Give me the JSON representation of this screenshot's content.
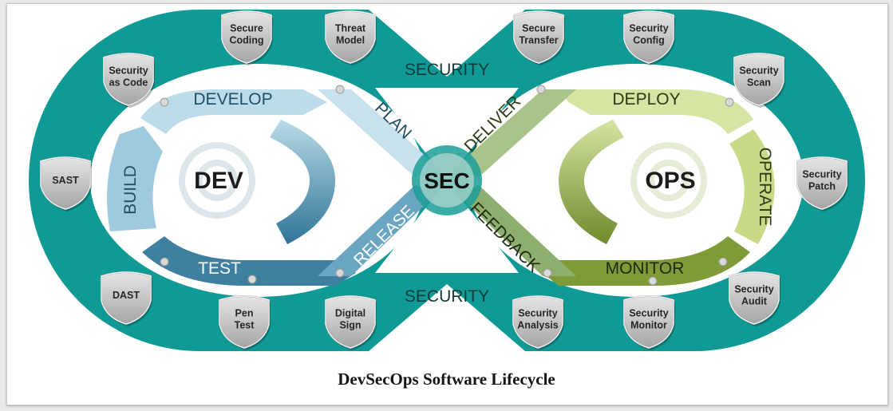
{
  "diagram": {
    "caption": "DevSecOps Software Lifecycle",
    "ring_label_top": "SECURITY",
    "ring_label_bottom": "SECURITY",
    "center": {
      "dev": "DEV",
      "sec": "SEC",
      "ops": "OPS"
    },
    "stages": {
      "develop": "DEVELOP",
      "plan": "PLAN",
      "deliver": "DELIVER",
      "deploy": "DEPLOY",
      "operate": "OPERATE",
      "monitor": "MONITOR",
      "feedback": "FEEDBACK",
      "release": "RELEASE",
      "test": "TEST",
      "build": "BUILD"
    },
    "badges": {
      "secure_coding": [
        "Secure",
        "Coding"
      ],
      "threat_model": [
        "Threat",
        "Model"
      ],
      "secure_transfer": [
        "Secure",
        "Transfer"
      ],
      "security_config": [
        "Security",
        "Config"
      ],
      "security_as_code": [
        "Security",
        "as Code"
      ],
      "security_scan": [
        "Security",
        "Scan"
      ],
      "sast": [
        "SAST"
      ],
      "security_patch": [
        "Security",
        "Patch"
      ],
      "dast": [
        "DAST"
      ],
      "security_audit": [
        "Security",
        "Audit"
      ],
      "pen_test": [
        "Pen",
        "Test"
      ],
      "digital_sign": [
        "Digital",
        "Sign"
      ],
      "security_analysis": [
        "Security",
        "Analysis"
      ],
      "security_monitor": [
        "Security",
        "Monitor"
      ]
    },
    "colors": {
      "ring_teal": "#0f9a96",
      "ring_teal_dark": "#0b7f7c",
      "dev_blue_light": "#b9dbe8",
      "dev_blue_dark": "#3f86a8",
      "ops_green_light": "#d5e5a3",
      "ops_green_dark": "#7e9a38",
      "badge_fill": "#bfbfbf",
      "badge_edge": "#7f7f7f"
    }
  }
}
